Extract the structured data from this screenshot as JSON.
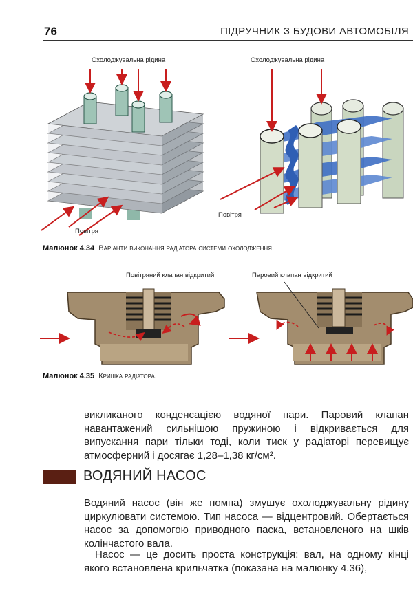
{
  "header": {
    "page_number": "76",
    "running_title": "ПІДРУЧНИК З БУДОВИ АВТОМОБІЛЯ"
  },
  "figure_434": {
    "left_label_coolant": "Охолоджувальна рідина",
    "left_label_air": "Повітря",
    "right_label_coolant": "Охолоджувальна рідина",
    "right_label_air": "Повітря",
    "caption_number": "Малюнок 4.34",
    "caption_text": "Варіанти виконання радіатора системи охолодження."
  },
  "figure_435": {
    "label_air_valve": "Повітряний клапан відкритий",
    "label_steam_valve": "Паровий клапан відкритий",
    "caption_number": "Малюнок 4.35",
    "caption_text": "Кришка радіатора."
  },
  "body": {
    "paragraph_1": "викликаного конденсацією водяної пари. Паровий клапан навантажений сильнішою пружиною і відкривається для випускання пари тільки тоді, коли тиск у радіаторі перевищує атмосферний і досягає 1,28–1,38 кг/см².",
    "section_heading": "ВОДЯНИЙ НАСОС",
    "paragraph_2": "Водяний насос (він же помпа) змушує охолоджувальну рідину циркулювати системою. Тип насоса — відцентровий. Обертається насос за допомогою приводного паска, встановленого на шків колінчастого вала.",
    "paragraph_3": "Насос — це досить проста конструкція: вал, на одному кінці якого встановлена крильчатка (показана на малюнку 4.36),"
  },
  "colors": {
    "arrow_red": "#c81e1e",
    "fin_gray": "#b9bec4",
    "tube_green": "#9fc4b6",
    "cap_brown": "#a38d6e",
    "fin_blue": "#3e6fc4",
    "heading_block": "#5a1f13"
  }
}
